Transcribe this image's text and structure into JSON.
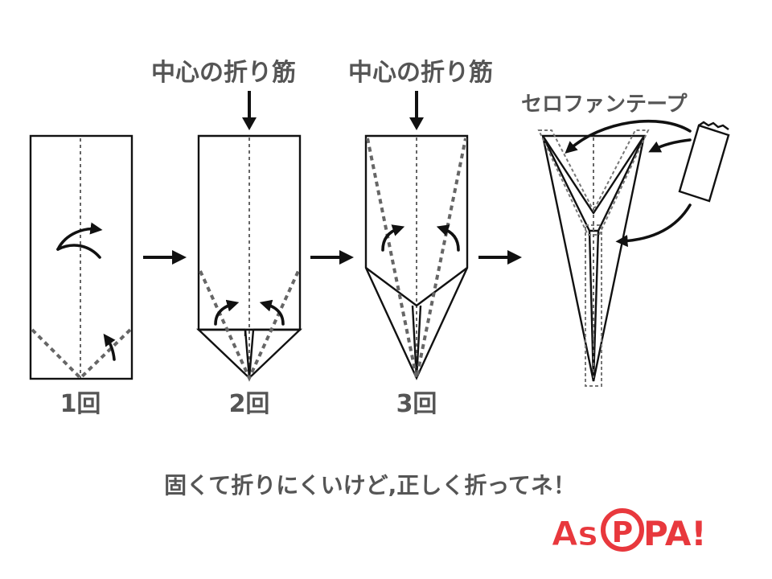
{
  "steps": [
    {
      "label": "1回"
    },
    {
      "label": "2回"
    },
    {
      "label": "3回"
    }
  ],
  "annotations": {
    "center_crease_1": "中心の折り筋",
    "center_crease_2": "中心の折り筋",
    "cellophane_tape": "セロファンテープ"
  },
  "caption": "固くて折りにくいけど,正しく折ってネ！",
  "logo": {
    "text": "AsoPPA!",
    "color": "#e8383d"
  },
  "icons": [
    "fold-arrow-icon",
    "next-step-arrow-icon",
    "down-arrow-icon",
    "tape-icon"
  ],
  "colors": {
    "line": "#111111",
    "text": "#555555",
    "dash": "#666666"
  }
}
